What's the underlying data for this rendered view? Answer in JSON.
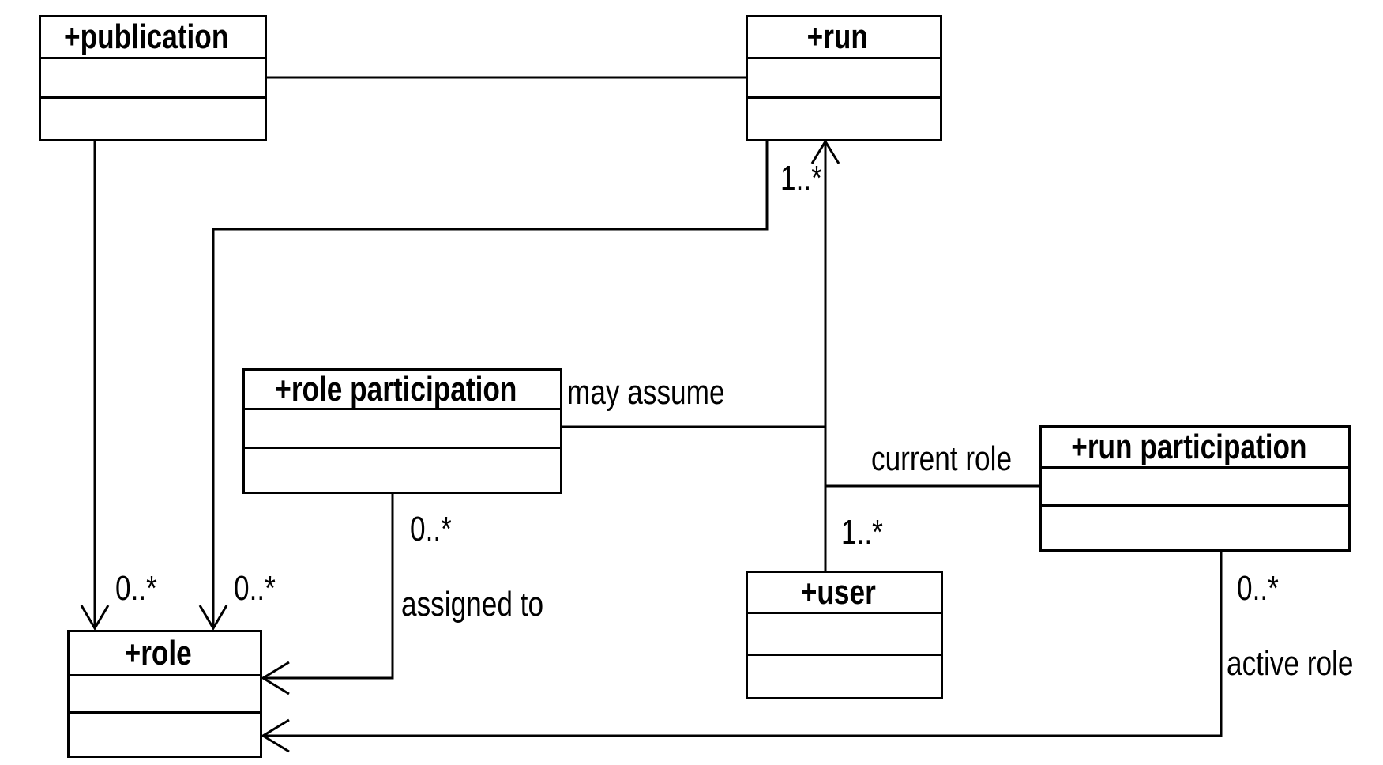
{
  "diagram": {
    "type": "uml-class-diagram",
    "background_color": "#ffffff",
    "line_color": "#000000",
    "classes": [
      {
        "name": "+publication"
      },
      {
        "name": "+run"
      },
      {
        "name": "+role participation"
      },
      {
        "name": "+run participation"
      },
      {
        "name": "+user"
      },
      {
        "name": "+role"
      }
    ],
    "labels": [
      {
        "text": "may assume"
      },
      {
        "text": "current role"
      },
      {
        "text": "assigned to"
      },
      {
        "text": "active role"
      },
      {
        "text": "1..*"
      },
      {
        "text": "1..*"
      },
      {
        "text": "0..*"
      },
      {
        "text": "0..*"
      },
      {
        "text": "0..*"
      },
      {
        "text": "0..*"
      }
    ],
    "relationships": [
      {
        "from": "+publication",
        "to": "+run",
        "label": "",
        "multiplicity": "",
        "arrow": "none"
      },
      {
        "from": "+publication",
        "to": "+role",
        "label": "",
        "multiplicity": "0..*",
        "arrow": "open arrow at +role"
      },
      {
        "from": "+run",
        "to": "+role",
        "label": "",
        "multiplicity": "0..*",
        "arrow": "open arrow at +role"
      },
      {
        "from": "+user",
        "to": "+run",
        "label": "",
        "multiplicity": "1..*",
        "arrow": "open arrow at +run"
      },
      {
        "from": "+role participation",
        "to": "+user",
        "label": "may assume",
        "multiplicity": "",
        "arrow": "none"
      },
      {
        "from": "+user",
        "to": "+run participation",
        "label": "current role",
        "multiplicity": "1..*",
        "arrow": "none"
      },
      {
        "from": "+role participation",
        "to": "+role",
        "label": "assigned to",
        "multiplicity": "0..*",
        "arrow": "open arrow at +role"
      },
      {
        "from": "+run participation",
        "to": "+role",
        "label": "active role",
        "multiplicity": "0..*",
        "arrow": "open arrow at +role"
      }
    ]
  }
}
